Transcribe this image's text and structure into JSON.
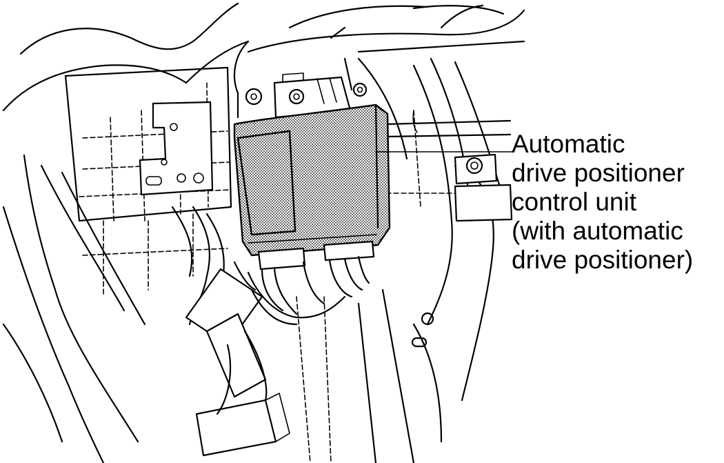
{
  "callout": {
    "lines": [
      "Automatic",
      "drive positioner",
      "control unit",
      "(with automatic",
      "drive positioner)"
    ]
  },
  "colors": {
    "ink": "#000000",
    "paper": "#ffffff"
  }
}
